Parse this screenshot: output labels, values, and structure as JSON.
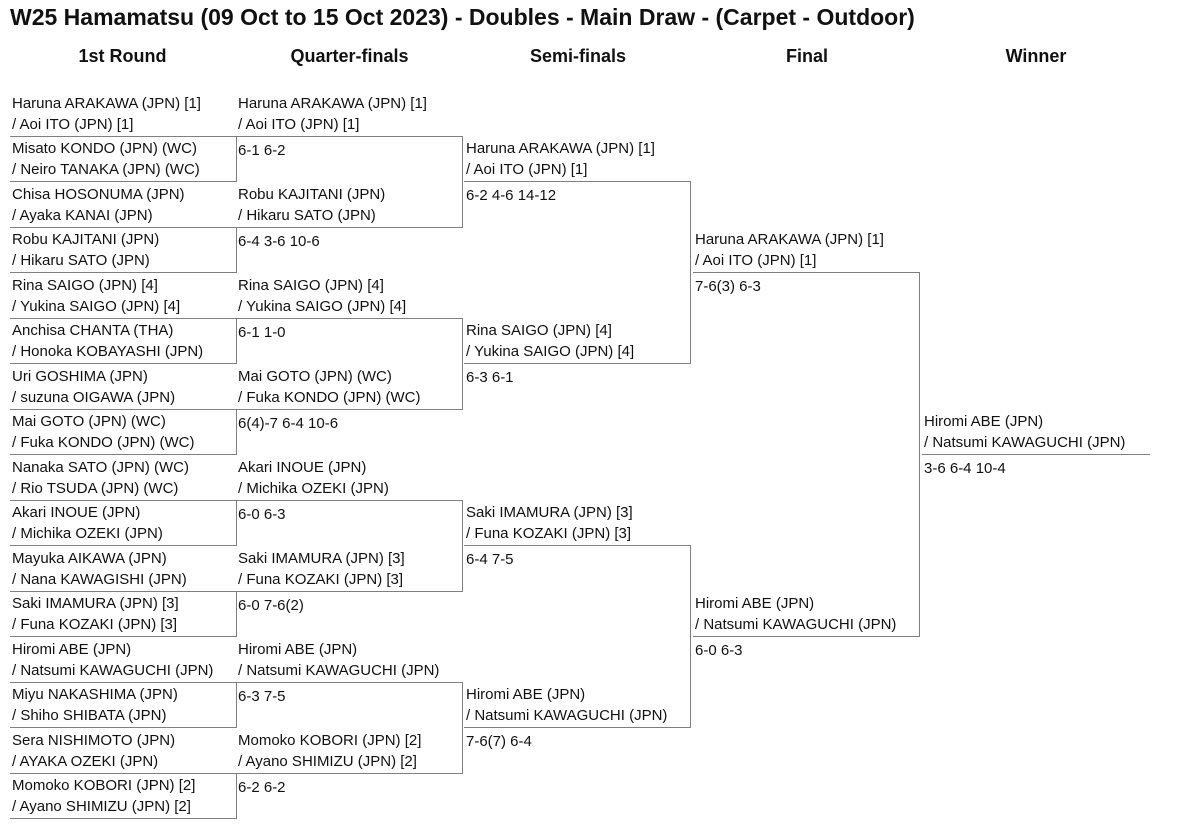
{
  "title": "W25 Hamamatsu (09 Oct to 15 Oct 2023) - Doubles - Main Draw - (Carpet - Outdoor)",
  "rounds": [
    "1st Round",
    "Quarter-finals",
    "Semi-finals",
    "Final",
    "Winner"
  ],
  "first_round": [
    {
      "l1": "Haruna ARAKAWA (JPN) [1]",
      "l2": "/ Aoi ITO (JPN) [1]"
    },
    {
      "l1": "Misato KONDO (JPN) (WC)",
      "l2": "/ Neiro TANAKA (JPN) (WC)"
    },
    {
      "l1": "Chisa HOSONUMA (JPN)",
      "l2": "/ Ayaka KANAI (JPN)"
    },
    {
      "l1": "Robu KAJITANI (JPN)",
      "l2": "/ Hikaru SATO (JPN)"
    },
    {
      "l1": "Rina SAIGO (JPN) [4]",
      "l2": "/ Yukina SAIGO (JPN) [4]"
    },
    {
      "l1": "Anchisa CHANTA (THA)",
      "l2": "/ Honoka KOBAYASHI (JPN)"
    },
    {
      "l1": "Uri GOSHIMA (JPN)",
      "l2": "/ suzuna OIGAWA (JPN)"
    },
    {
      "l1": "Mai GOTO (JPN) (WC)",
      "l2": "/ Fuka KONDO (JPN) (WC)"
    },
    {
      "l1": "Nanaka SATO (JPN) (WC)",
      "l2": "/ Rio TSUDA (JPN) (WC)"
    },
    {
      "l1": "Akari INOUE (JPN)",
      "l2": "/ Michika OZEKI (JPN)"
    },
    {
      "l1": "Mayuka AIKAWA (JPN)",
      "l2": "/ Nana KAWAGISHI (JPN)"
    },
    {
      "l1": "Saki IMAMURA (JPN) [3]",
      "l2": "/ Funa KOZAKI (JPN) [3]"
    },
    {
      "l1": "Hiromi ABE (JPN)",
      "l2": "/ Natsumi KAWAGUCHI (JPN)"
    },
    {
      "l1": "Miyu NAKASHIMA (JPN)",
      "l2": "/ Shiho SHIBATA (JPN)"
    },
    {
      "l1": "Sera NISHIMOTO (JPN)",
      "l2": "/ AYAKA OZEKI (JPN)"
    },
    {
      "l1": "Momoko KOBORI (JPN) [2]",
      "l2": "/ Ayano SHIMIZU (JPN) [2]"
    }
  ],
  "quarter_finals": [
    {
      "l1": "Haruna ARAKAWA (JPN) [1]",
      "l2": "/ Aoi ITO (JPN) [1]",
      "score": "6-1 6-2"
    },
    {
      "l1": "Robu KAJITANI (JPN)",
      "l2": "/ Hikaru SATO (JPN)",
      "score": "6-4 3-6 10-6"
    },
    {
      "l1": "Rina SAIGO (JPN) [4]",
      "l2": "/ Yukina SAIGO (JPN) [4]",
      "score": "6-1 1-0"
    },
    {
      "l1": "Mai GOTO (JPN) (WC)",
      "l2": "/ Fuka KONDO (JPN) (WC)",
      "score": "6(4)-7 6-4 10-6"
    },
    {
      "l1": "Akari INOUE (JPN)",
      "l2": "/ Michika OZEKI (JPN)",
      "score": "6-0 6-3"
    },
    {
      "l1": "Saki IMAMURA (JPN) [3]",
      "l2": "/ Funa KOZAKI (JPN) [3]",
      "score": "6-0 7-6(2)"
    },
    {
      "l1": "Hiromi ABE (JPN)",
      "l2": "/ Natsumi KAWAGUCHI (JPN)",
      "score": "6-3 7-5"
    },
    {
      "l1": "Momoko KOBORI (JPN) [2]",
      "l2": "/ Ayano SHIMIZU (JPN) [2]",
      "score": "6-2 6-2"
    }
  ],
  "semi_finals": [
    {
      "l1": "Haruna ARAKAWA (JPN) [1]",
      "l2": "/ Aoi ITO (JPN) [1]",
      "score": "6-2 4-6 14-12"
    },
    {
      "l1": "Rina SAIGO (JPN) [4]",
      "l2": "/ Yukina SAIGO (JPN) [4]",
      "score": "6-3 6-1"
    },
    {
      "l1": "Saki IMAMURA (JPN) [3]",
      "l2": "/ Funa KOZAKI (JPN) [3]",
      "score": "6-4 7-5"
    },
    {
      "l1": "Hiromi ABE (JPN)",
      "l2": "/ Natsumi KAWAGUCHI (JPN)",
      "score": "7-6(7) 6-4"
    }
  ],
  "final": [
    {
      "l1": "Haruna ARAKAWA (JPN) [1]",
      "l2": "/ Aoi ITO (JPN) [1]",
      "score": "7-6(3) 6-3"
    },
    {
      "l1": "Hiromi ABE (JPN)",
      "l2": "/ Natsumi KAWAGUCHI (JPN)",
      "score": "6-0 6-3"
    }
  ],
  "winner": {
    "l1": "Hiromi ABE (JPN)",
    "l2": "/ Natsumi KAWAGUCHI (JPN)",
    "score": "3-6 6-4 10-4"
  }
}
